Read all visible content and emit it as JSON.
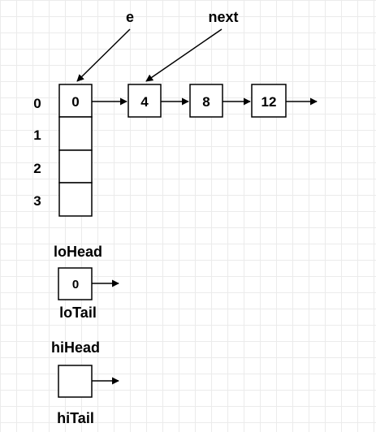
{
  "pointers": {
    "e": "e",
    "next": "next"
  },
  "row_indices": [
    "0",
    "1",
    "2",
    "3"
  ],
  "table_cells": [
    "0",
    "",
    "",
    ""
  ],
  "chain": [
    "4",
    "8",
    "12"
  ],
  "lo": {
    "head_label": "loHead",
    "node_value": "0",
    "tail_label": "loTail"
  },
  "hi": {
    "head_label": "hiHead",
    "node_value": "",
    "tail_label": "hiTail"
  }
}
